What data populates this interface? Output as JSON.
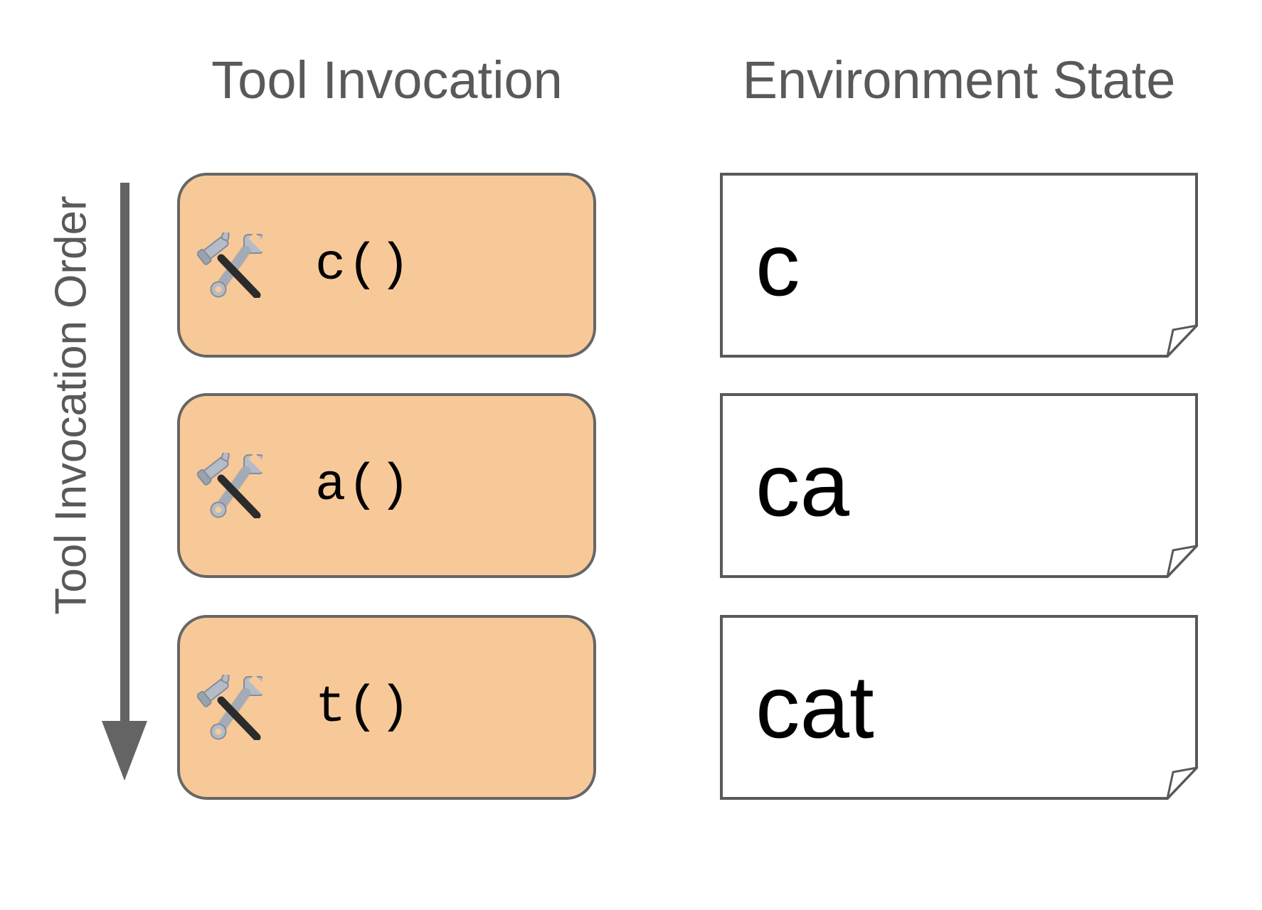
{
  "columns": {
    "left_header": "Tool Invocation",
    "right_header": "Environment State"
  },
  "axis": {
    "label": "Tool Invocation Order"
  },
  "rows": [
    {
      "tool_call": "c()",
      "env_state": "c"
    },
    {
      "tool_call": "a()",
      "env_state": "ca"
    },
    {
      "tool_call": "t()",
      "env_state": "cat"
    }
  ],
  "icons": {
    "tool_icon": "hammer-and-wrench-icon",
    "order_arrow": "down-arrow"
  },
  "colors": {
    "tool_box_fill": "#F8C998",
    "tool_box_border": "#666666",
    "doc_border": "#595959",
    "doc_fill": "#FFFFFF",
    "header_text": "#595959",
    "arrow": "#646464",
    "code_text": "#000000"
  }
}
